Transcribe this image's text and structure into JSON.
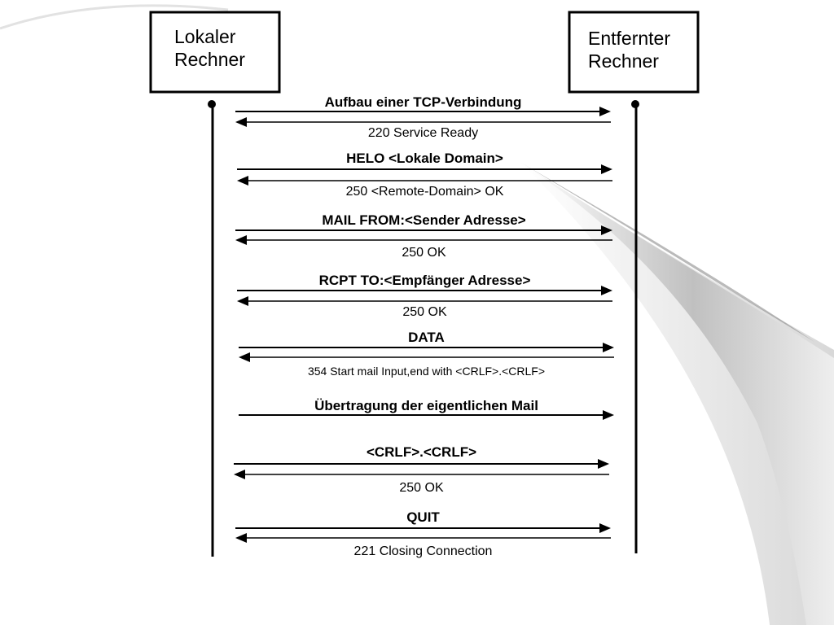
{
  "participants": {
    "local": {
      "line1": "Lokaler",
      "line2": "Rechner"
    },
    "remote": {
      "line1": "Entfernter",
      "line2": "Rechner"
    }
  },
  "messages": [
    {
      "request": "Aufbau einer TCP-Verbindung",
      "response": "220 Service Ready"
    },
    {
      "request": "HELO <Lokale Domain>",
      "response": "250 <Remote-Domain> OK"
    },
    {
      "request": "MAIL FROM:<Sender Adresse>",
      "response": "250 OK"
    },
    {
      "request": "RCPT TO:<Empfänger Adresse>",
      "response": "250 OK"
    },
    {
      "request": "DATA",
      "response": "354 Start mail Input,end with <CRLF>.<CRLF>"
    },
    {
      "request": "Übertragung der eigentlichen Mail",
      "response": null
    },
    {
      "request": "<CRLF>.<CRLF>",
      "response": "250 OK"
    },
    {
      "request": "QUIT",
      "response": "221 Closing Connection"
    }
  ]
}
